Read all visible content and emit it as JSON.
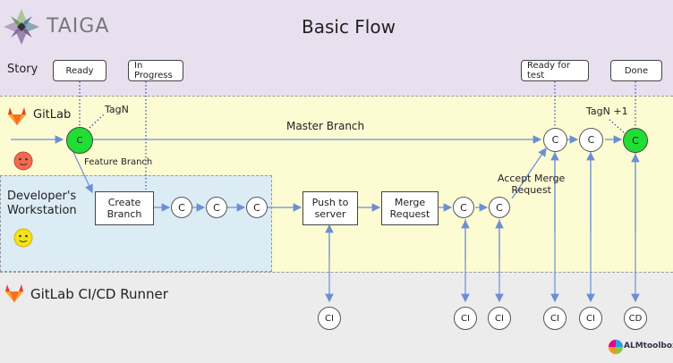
{
  "header": {
    "brand": "TAIGA",
    "title": "Basic Flow"
  },
  "lanes": {
    "story": "Story",
    "gitlab": "GitLab",
    "dev": "Developer's\nWorkstation",
    "runner": "GitLab CI/CD Runner"
  },
  "story_tags": {
    "ready": "Ready",
    "in_progress": "In Progress",
    "ready_for_test": "Ready for test",
    "done": "Done"
  },
  "annotations": {
    "tag_n": "TagN",
    "tag_n_plus": "TagN +1",
    "master_branch": "Master Branch",
    "feature_branch": "Feature Branch",
    "accept_merge": "Accept Merge\nRequest"
  },
  "steps": {
    "create_branch": "Create\nBranch",
    "push": "Push to\nserver",
    "merge_request": "Merge\nRequest"
  },
  "node_labels": {
    "commit": "C",
    "ci": "CI",
    "cd": "CD"
  },
  "footer": {
    "logo": "ALMtoolbox"
  },
  "colors": {
    "story_lane": "#e8e0ef",
    "gitlab_lane": "#fdfbd2",
    "dev_lane": "#dcecf5",
    "runner_lane": "#ececec",
    "arrow": "#6b8fd6",
    "commit_green": "#22dd33",
    "dotted": "#3355bb"
  }
}
